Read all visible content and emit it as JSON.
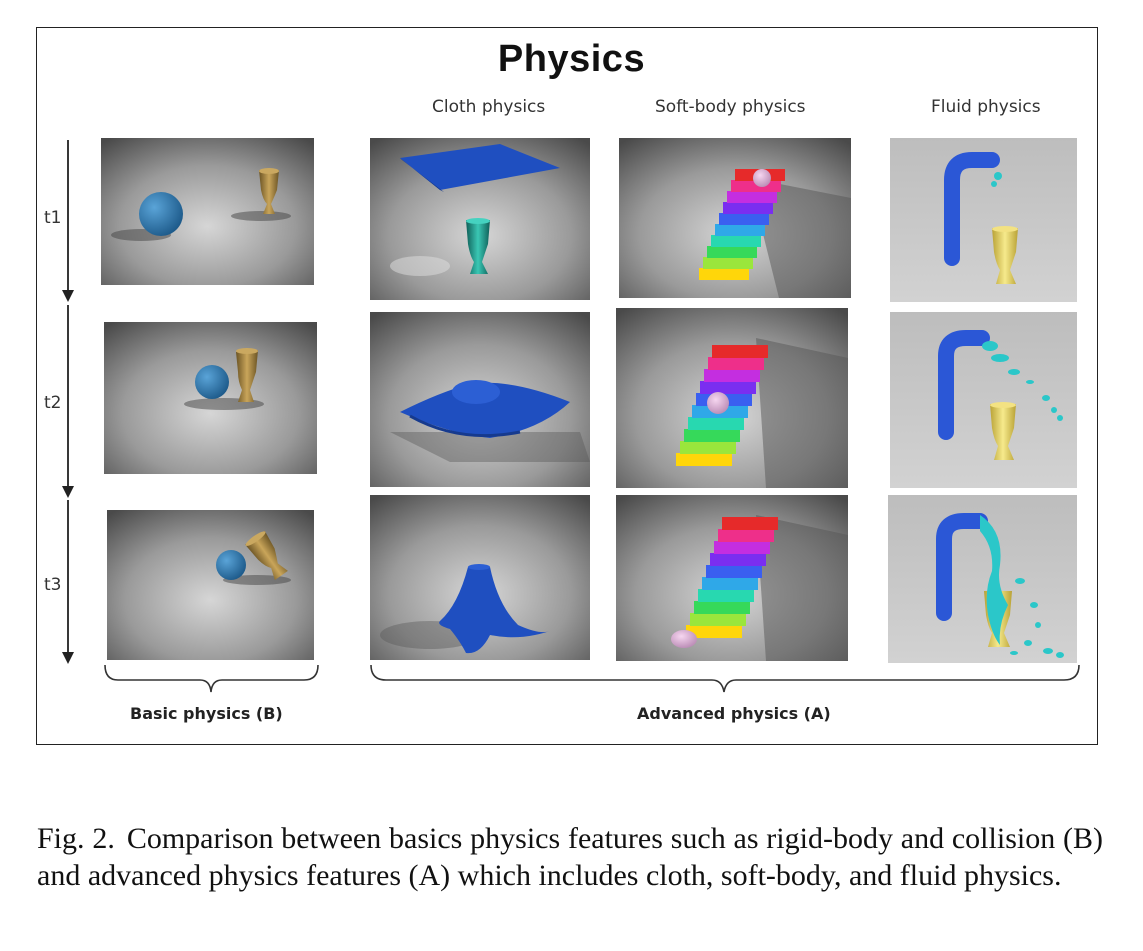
{
  "figure": {
    "title": "Physics",
    "columns": {
      "cloth": "Cloth physics",
      "soft_body": "Soft-body physics",
      "fluid": "Fluid physics"
    },
    "time_steps": [
      "t1",
      "t2",
      "t3"
    ],
    "groups": {
      "basic": "Basic physics (B)",
      "advanced": "Advanced physics (A)"
    }
  },
  "caption": {
    "label": "Fig. 2.",
    "text": "Comparison between basics physics features such as rigid-body and collision (B) and advanced physics features (A) which includes cloth, soft-body, and fluid physics."
  },
  "colors": {
    "ball": "#2f7fb8",
    "vase_gold": "#9a7a3a",
    "vase_teal": "#1f9a8a",
    "cloth": "#1f4fc0",
    "pipe": "#2b57d6",
    "water": "#2bc7c9",
    "vase_yellow": "#e6d25a",
    "stairs": [
      "#ffd60a",
      "#9ae63c",
      "#36d95a",
      "#28d8b0",
      "#2fa8e8",
      "#3a5ff0",
      "#7a2ef0",
      "#c42ee0",
      "#ee2f8a",
      "#e62a2a"
    ]
  }
}
